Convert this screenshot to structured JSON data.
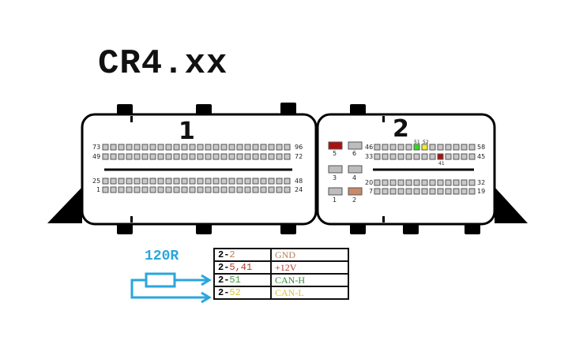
{
  "title": "CR4.xx",
  "connectors": [
    {
      "number": "1",
      "rows": [
        {
          "left": "73",
          "right": "96",
          "count": 24
        },
        {
          "left": "49",
          "right": "72",
          "count": 24
        },
        {
          "left": "25",
          "right": "48",
          "count": 24
        },
        {
          "left": "1",
          "right": "24",
          "count": 24
        }
      ]
    },
    {
      "number": "2",
      "rows": [
        {
          "left": "46",
          "right": "58",
          "count": 13
        },
        {
          "left": "33",
          "right": "45",
          "count": 13
        },
        {
          "left": "20",
          "right": "32",
          "count": 13
        },
        {
          "left": "7",
          "right": "19",
          "count": 13
        }
      ],
      "large_pins": [
        {
          "label": "5",
          "color": "#aa1111"
        },
        {
          "label": "6",
          "color": "#bdbdbd"
        },
        {
          "label": "3",
          "color": "#bdbdbd"
        },
        {
          "label": "4",
          "color": "#bdbdbd"
        },
        {
          "label": "1",
          "color": "#bdbdbd"
        },
        {
          "label": "2",
          "color": "#c98a6a"
        }
      ],
      "highlighted": [
        {
          "label": "51",
          "color": "#33dd22"
        },
        {
          "label": "52",
          "color": "#eeee33"
        },
        {
          "label": "41",
          "color": "#aa1111"
        }
      ]
    }
  ],
  "resistor": {
    "label": "120R",
    "color": "#2aa6dc"
  },
  "pinout_table": [
    {
      "pin_prefix": "2-",
      "pin": "2",
      "pin_color": "#b5835a",
      "signal": "GND",
      "signal_color": "#b5835a"
    },
    {
      "pin_prefix": "2-",
      "pin": "5,41",
      "pin_color": "#b03a2e",
      "signal": "+12V",
      "signal_color": "#b03a2e"
    },
    {
      "pin_prefix": "2-",
      "pin": "51",
      "pin_color": "#4a9a4a",
      "signal": "CAN-H",
      "signal_color": "#3a8a3a"
    },
    {
      "pin_prefix": "2-",
      "pin": "52",
      "pin_color": "#e0c030",
      "signal": "CAN-L",
      "signal_color": "#e0c030"
    }
  ]
}
